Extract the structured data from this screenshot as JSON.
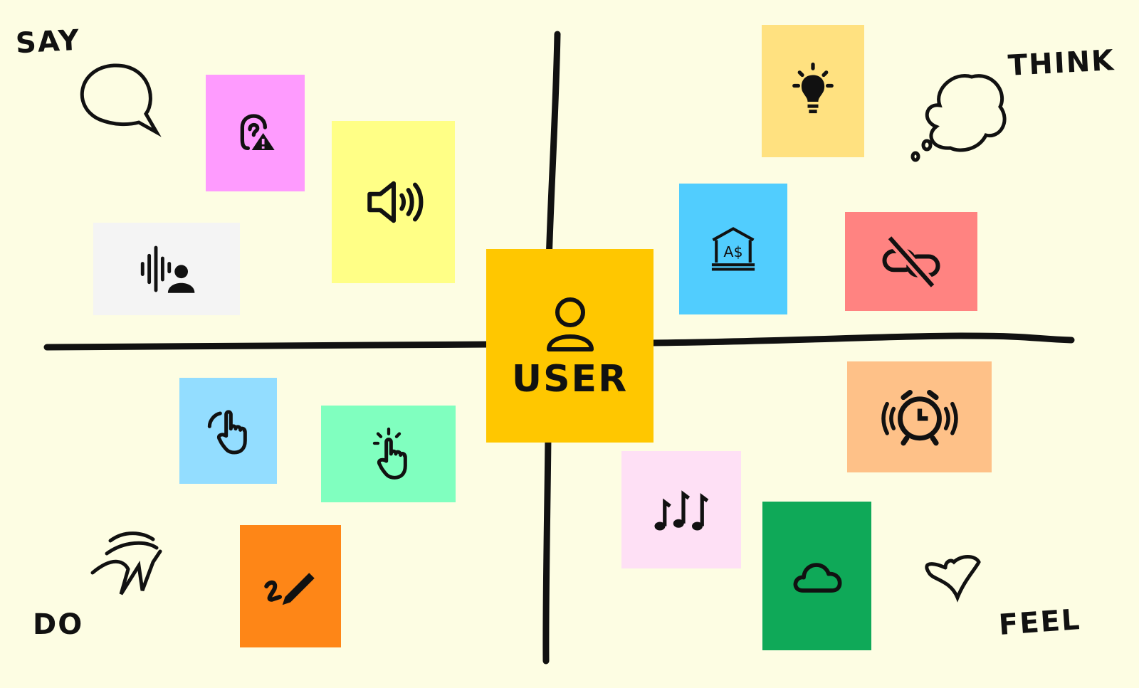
{
  "labels": {
    "say": "SAY",
    "think": "THINK",
    "do": "DO",
    "feel": "FEEL"
  },
  "center": {
    "label": "USER",
    "icon": "user-icon",
    "color": "#ffc700"
  },
  "notes": [
    {
      "icon": "ear-warning-icon",
      "color": "#fe9bfe"
    },
    {
      "icon": "speaker-volume-icon",
      "color": "#ffff86"
    },
    {
      "icon": "voice-user-icon",
      "color": "#f4f4f4"
    },
    {
      "icon": "lightbulb-icon",
      "color": "#ffe180"
    },
    {
      "icon": "bank-aud-icon",
      "color": "#51cdfe"
    },
    {
      "icon": "unlink-icon",
      "color": "#ff8381"
    },
    {
      "icon": "tap-gesture-icon",
      "color": "#93ddff"
    },
    {
      "icon": "click-hand-icon",
      "color": "#80ffbf"
    },
    {
      "icon": "pen-signature-icon",
      "color": "#fe8617"
    },
    {
      "icon": "music-notes-icon",
      "color": "#fee0f5"
    },
    {
      "icon": "alarm-clock-icon",
      "color": "#fec188"
    },
    {
      "icon": "cloud-icon",
      "color": "#0fa958"
    }
  ]
}
